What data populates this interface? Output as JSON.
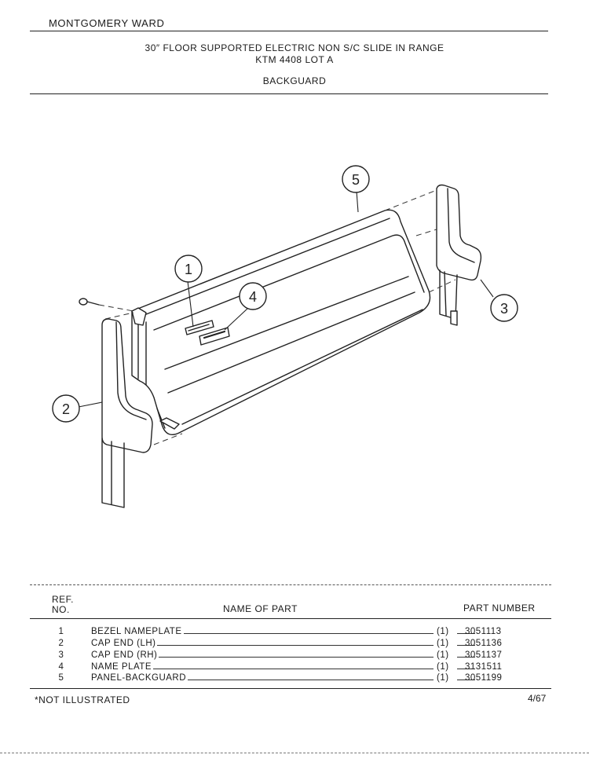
{
  "header": {
    "brand": "MONTGOMERY WARD",
    "title_line1": "30″ FLOOR SUPPORTED ELECTRIC NON S/C SLIDE IN RANGE",
    "title_line2": "KTM 4408 LOT A",
    "section": "BACKGUARD"
  },
  "diagram": {
    "callouts": [
      "1",
      "2",
      "3",
      "4",
      "5"
    ]
  },
  "table": {
    "col_ref_line1": "REF.",
    "col_ref_line2": "NO.",
    "col_name": "NAME OF PART",
    "col_part": "PART NUMBER",
    "rows": [
      {
        "ref": "1",
        "name": "BEZEL NAMEPLATE",
        "qty": "(1)",
        "part": "3051113"
      },
      {
        "ref": "2",
        "name": "CAP END (LH)",
        "qty": "(1)",
        "part": "3051136"
      },
      {
        "ref": "3",
        "name": "CAP END (RH)",
        "qty": "(1)",
        "part": "3051137"
      },
      {
        "ref": "4",
        "name": "NAME PLATE",
        "qty": "(1)",
        "part": "3131511"
      },
      {
        "ref": "5",
        "name": "PANEL-BACKGUARD",
        "qty": "(1)",
        "part": "3051199"
      }
    ]
  },
  "footer": {
    "note": "*NOT ILLUSTRATED",
    "date": "4/67"
  }
}
